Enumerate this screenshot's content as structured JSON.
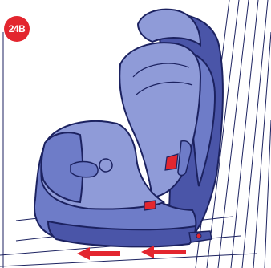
{
  "step": {
    "label": "24B"
  },
  "illustration": {
    "subject": "car-seat",
    "arrow_direction": "left",
    "arrow_count": 2
  },
  "colors": {
    "badge": "#e3262f",
    "arrow": "#e3262f",
    "seat_light": "#8f9bd8",
    "seat_mid": "#6e7cc8",
    "seat_dark": "#4a55a8",
    "outline": "#1c2260"
  }
}
